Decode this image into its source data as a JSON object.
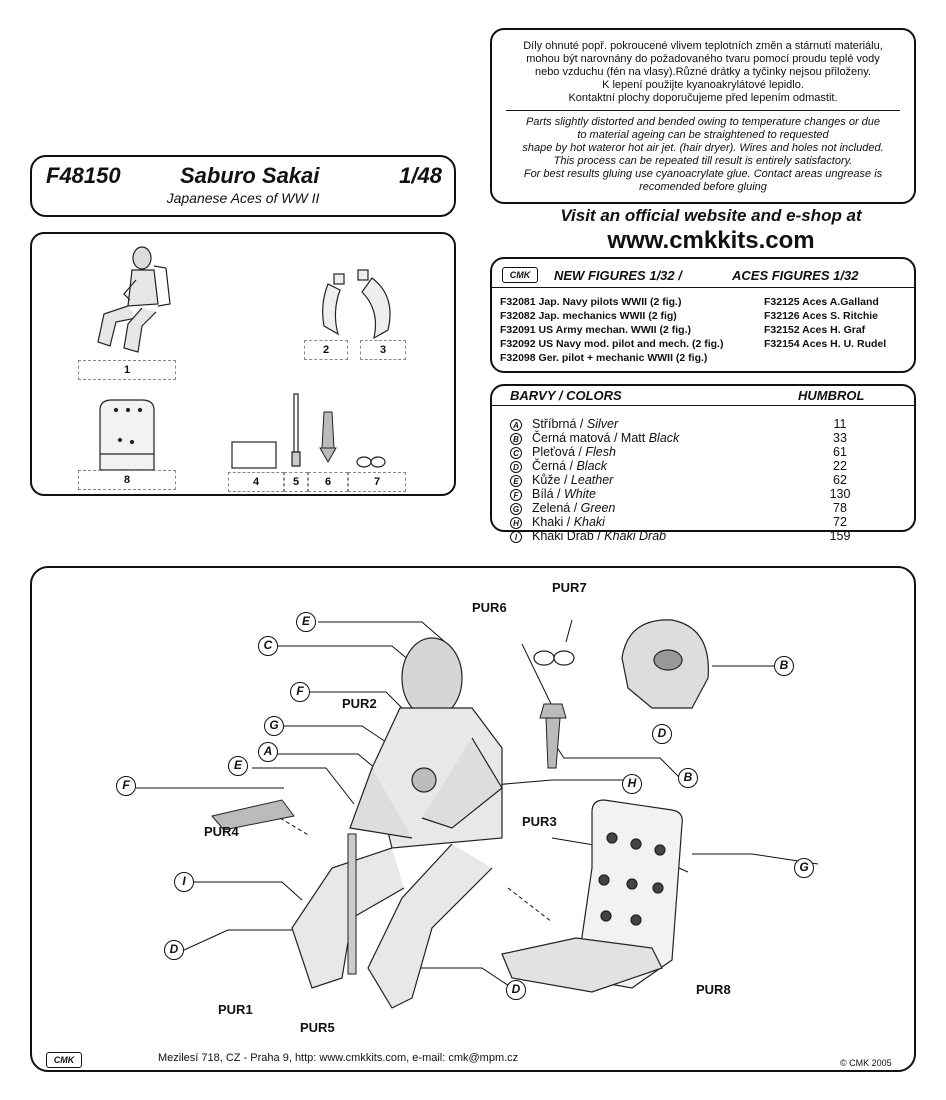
{
  "header": {
    "code": "F48150",
    "name": "Saburo Sakai",
    "scale": "1/48",
    "subtitle": "Japanese Aces of WW II"
  },
  "notes": {
    "czech": [
      "Díly ohnuté popř. pokroucené vlivem teplotních změn a stárnutí materiálu,",
      "mohou být narovnány do požadovaného tvaru pomocí proudu teplé vody",
      "nebo vzduchu (fén na vlasy).Různé drátky a tyčinky nejsou přiloženy.",
      "K lepení použijte kyanoakrylátové lepidlo.",
      "Kontaktní plochy doporučujeme před lepením odmastit."
    ],
    "english": [
      "Parts slightly distorted and bended owing to temperature changes or due",
      "to material ageing can be straightened to requested",
      "shape by hot wateror hot  air jet.  (hair dryer). Wires and holes not included.",
      "This process can be repeated till result is entirely satisfactory.",
      "For best results gluing use cyanoacrylate glue. Contact areas ungrease is",
      "recomended before gluing"
    ]
  },
  "promo": {
    "visit": "Visit an official website and e-shop at",
    "website": "www.cmkkits.com"
  },
  "logo_text": "CMK",
  "figures": {
    "heading_new": "NEW FIGURES  1/32 /",
    "heading_aces": "ACES FIGURES 1/32",
    "left": [
      "F32081 Jap. Navy pilots WWII (2 fig.)",
      "F32082 Jap. mechanics WWII (2 fig)",
      "F32091 US Army mechan. WWII (2 fig.)",
      "F32092 US Navy mod. pilot and mech. (2 fig.)",
      "F32098 Ger. pilot + mechanic WWII (2 fig.)"
    ],
    "right": [
      "F32125 Aces A.Galland",
      "F32126 Aces S. Ritchie",
      "F32152 Aces H. Graf",
      "F32154 Aces H. U. Rudel"
    ]
  },
  "colors": {
    "heading": "BARVY / COLORS",
    "humbrol_heading": "HUMBROL",
    "rows": [
      {
        "letter": "A",
        "cz": "Stříbrná / ",
        "en": "Silver",
        "num": "11"
      },
      {
        "letter": "B",
        "cz": "Černá matová / Matt ",
        "en": "Black",
        "num": "33"
      },
      {
        "letter": "C",
        "cz": "Pleťová / ",
        "en": "Flesh",
        "num": "61"
      },
      {
        "letter": "D",
        "cz": "Černá / ",
        "en": "Black",
        "num": "22"
      },
      {
        "letter": "E",
        "cz": "Kůže / ",
        "en": "Leather",
        "num": "62"
      },
      {
        "letter": "F",
        "cz": "Bílá / ",
        "en": "White",
        "num": "130"
      },
      {
        "letter": "G",
        "cz": "Zelená / ",
        "en": "Green",
        "num": "78"
      },
      {
        "letter": "H",
        "cz": "Khaki / ",
        "en": "Khaki",
        "num": "72"
      },
      {
        "letter": "I",
        "cz": "Khaki Drab / ",
        "en": "Khaki Drab",
        "num": "159"
      }
    ]
  },
  "parts": {
    "labels": [
      "1",
      "2",
      "3",
      "8",
      "4",
      "5",
      "6",
      "7"
    ]
  },
  "assembly": {
    "pur": [
      "PUR1",
      "PUR2",
      "PUR3",
      "PUR4",
      "PUR5",
      "PUR6",
      "PUR7",
      "PUR8"
    ],
    "callouts": [
      "E",
      "C",
      "F",
      "G",
      "A",
      "E",
      "F",
      "I",
      "D",
      "B",
      "D",
      "B",
      "H",
      "G",
      "D"
    ]
  },
  "footer": {
    "address": "Mezilesí 718, CZ - Praha 9,  http: www.cmkkits.com, e-mail: cmk@mpm.cz",
    "copyright": "© CMK 2005"
  }
}
